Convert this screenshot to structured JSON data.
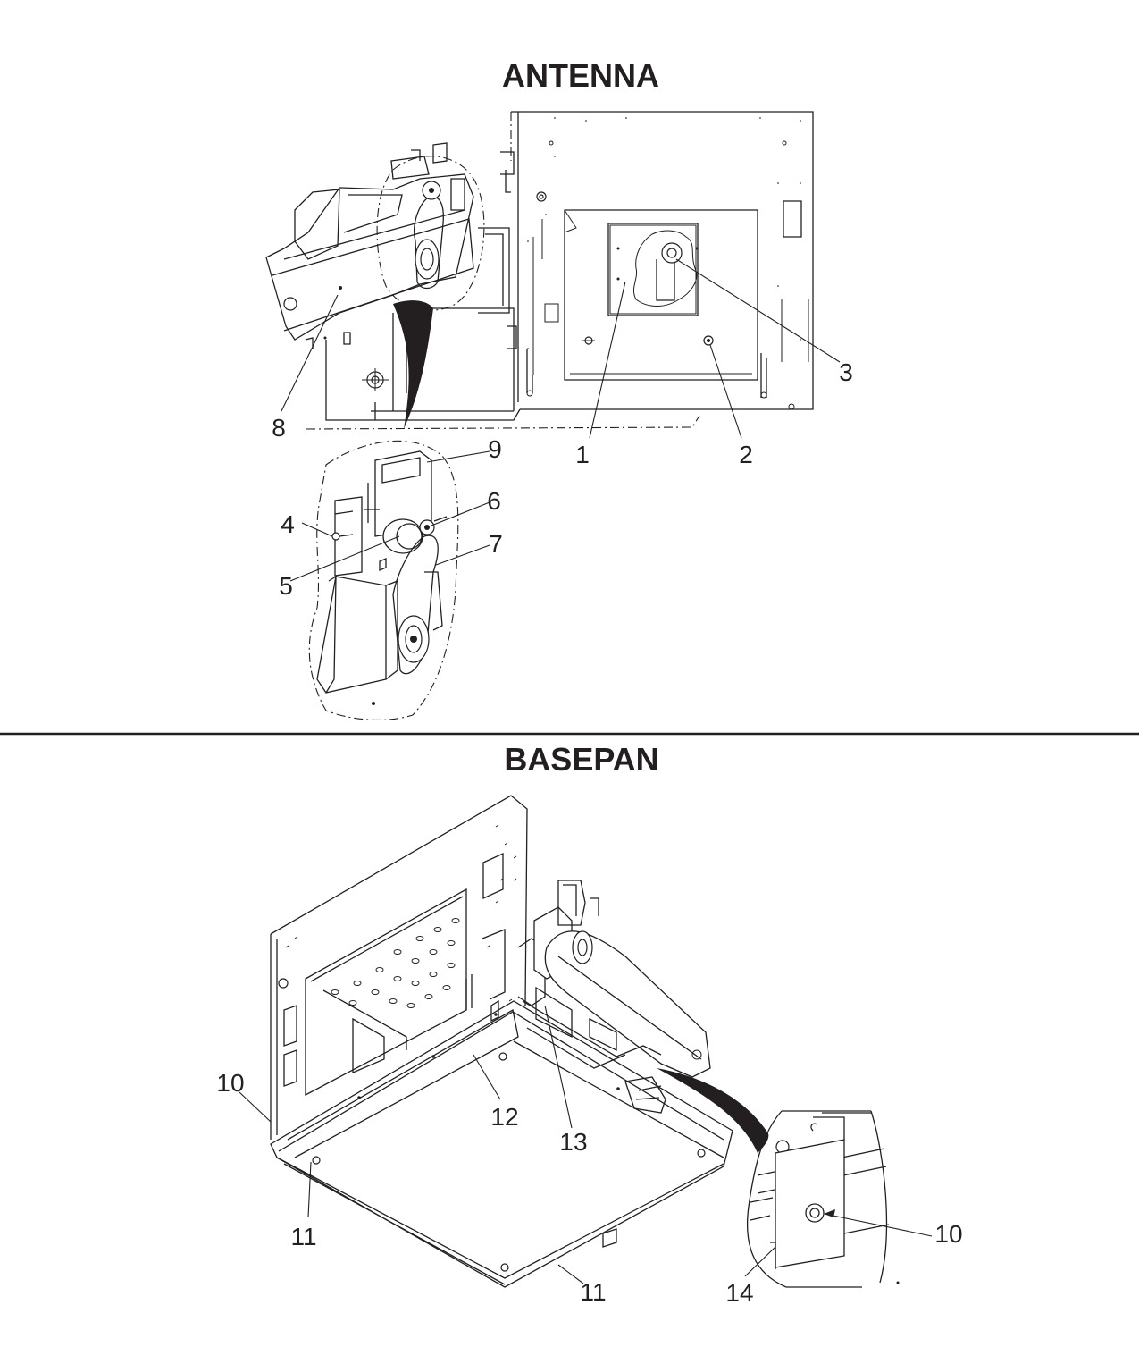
{
  "sections": {
    "antenna": {
      "title": "ANTENNA"
    },
    "basepan": {
      "title": "BASEPAN"
    }
  },
  "callouts": {
    "c1": "1",
    "c2": "2",
    "c3": "3",
    "c4": "4",
    "c5": "5",
    "c6": "6",
    "c7": "7",
    "c8": "8",
    "c9": "9",
    "c10a": "10",
    "c10b": "10",
    "c11a": "11",
    "c11b": "11",
    "c12": "12",
    "c13": "13",
    "c14": "14"
  },
  "colors": {
    "ink": "#231f20",
    "paper": "#ffffff"
  }
}
